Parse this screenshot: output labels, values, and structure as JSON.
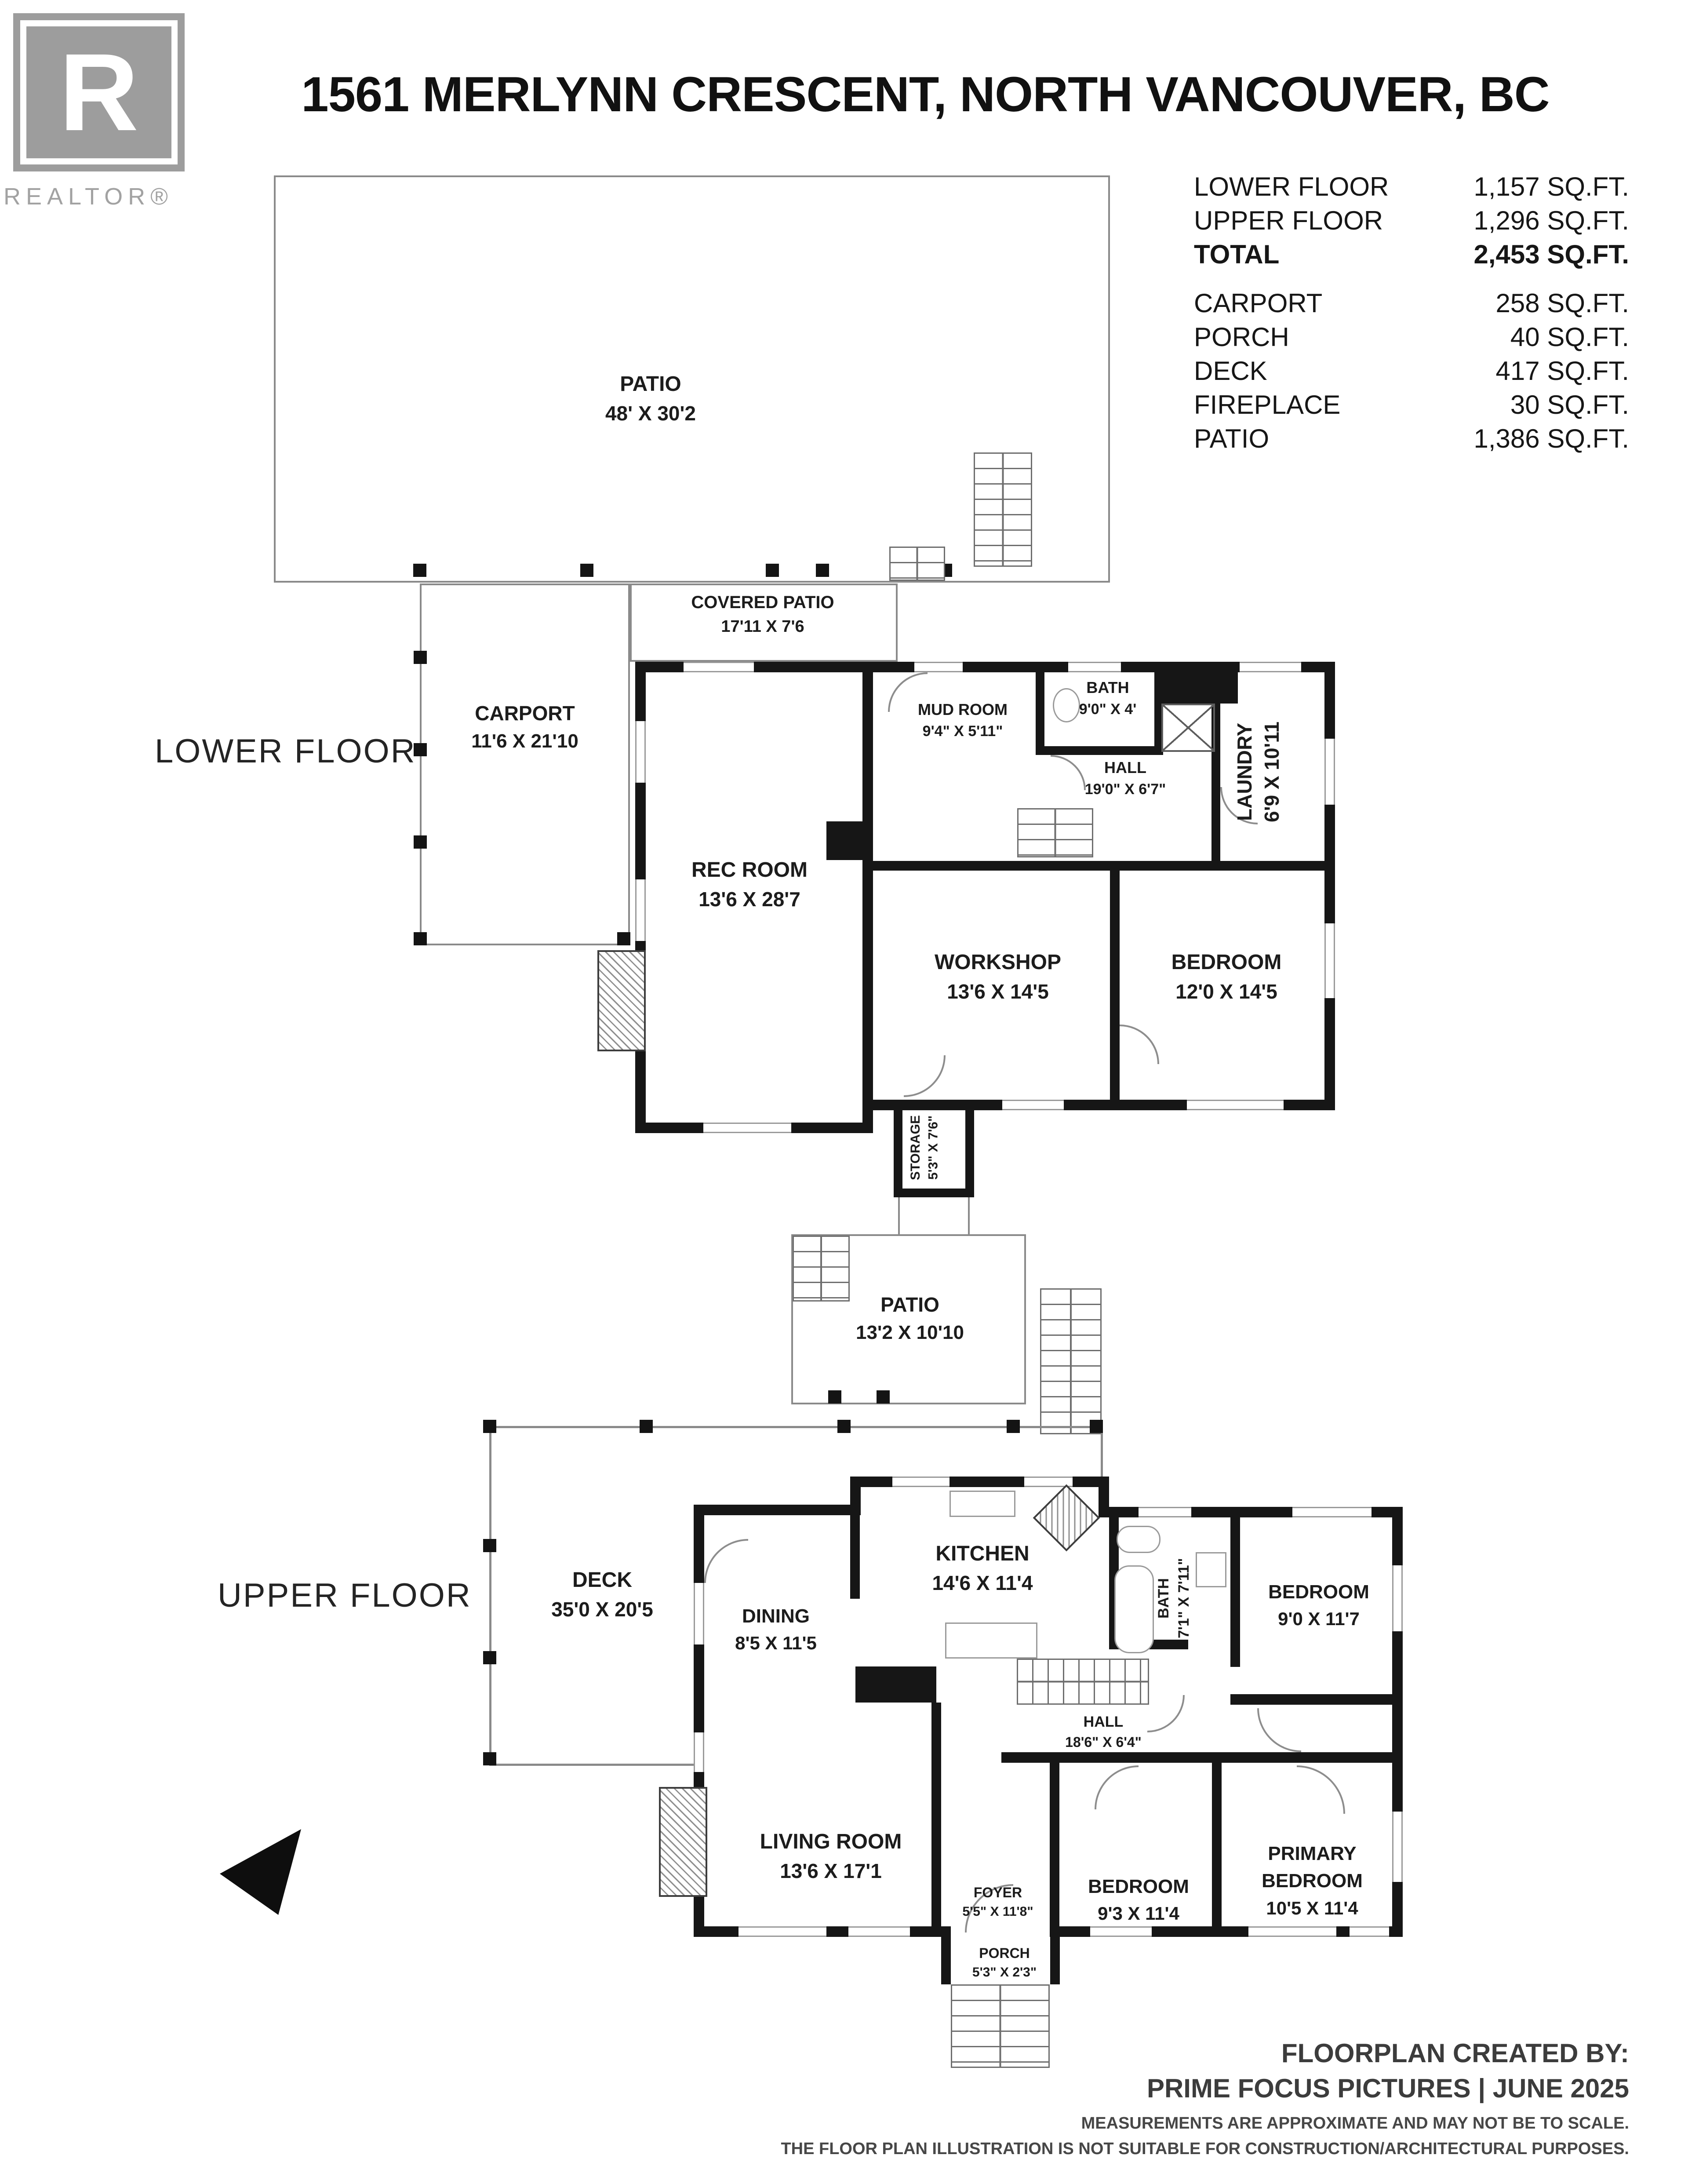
{
  "header": {
    "logo_letter": "R",
    "logo_caption": "REALTOR®",
    "title": "1561 MERLYNN CRESCENT, NORTH VANCOUVER, BC",
    "stats_main": [
      {
        "label": "LOWER FLOOR",
        "value": "1,157 SQ.FT."
      },
      {
        "label": "UPPER FLOOR",
        "value": "1,296 SQ.FT."
      },
      {
        "label": "TOTAL",
        "value": "2,453 SQ.FT."
      }
    ],
    "stats_extra": [
      {
        "label": "CARPORT",
        "value": "258 SQ.FT."
      },
      {
        "label": "PORCH",
        "value": "40 SQ.FT."
      },
      {
        "label": "DECK",
        "value": "417 SQ.FT."
      },
      {
        "label": "FIREPLACE",
        "value": "30 SQ.FT."
      },
      {
        "label": "PATIO",
        "value": "1,386 SQ.FT."
      }
    ]
  },
  "sections": {
    "lower": "LOWER FLOOR",
    "upper": "UPPER FLOOR"
  },
  "rooms": {
    "patio_large": {
      "name": "PATIO",
      "dims": "48' X 30'2"
    },
    "covered_patio": {
      "name": "COVERED PATIO",
      "dims": "17'11 X 7'6"
    },
    "carport": {
      "name": "CARPORT",
      "dims": "11'6 X 21'10"
    },
    "rec_room": {
      "name": "REC ROOM",
      "dims": "13'6 X 28'7"
    },
    "mud_room": {
      "name": "MUD ROOM",
      "dims": "9'4\" X 5'11\""
    },
    "bath_lower": {
      "name": "BATH",
      "dims": "9'0\" X 4'"
    },
    "hall_lower": {
      "name": "HALL",
      "dims": "19'0\" X 6'7\""
    },
    "laundry": {
      "name": "LAUNDRY",
      "dims": "6'9 X 10'11"
    },
    "workshop": {
      "name": "WORKSHOP",
      "dims": "13'6 X 14'5"
    },
    "bedroom_lower": {
      "name": "BEDROOM",
      "dims": "12'0 X 14'5"
    },
    "storage": {
      "name": "STORAGE",
      "dims": "5'3\" X 7'6\""
    },
    "patio_mid": {
      "name": "PATIO",
      "dims": "13'2 X 10'10"
    },
    "deck": {
      "name": "DECK",
      "dims": "35'0 X 20'5"
    },
    "dining": {
      "name": "DINING",
      "dims": "8'5 X 11'5"
    },
    "kitchen": {
      "name": "KITCHEN",
      "dims": "14'6 X 11'4"
    },
    "bath_upper": {
      "name": "BATH",
      "dims": "7'1\" X 7'11\""
    },
    "bedroom_ne": {
      "name": "BEDROOM",
      "dims": "9'0 X 11'7"
    },
    "hall_upper": {
      "name": "HALL",
      "dims": "18'6\" X 6'4\""
    },
    "living_room": {
      "name": "LIVING ROOM",
      "dims": "13'6 X 17'1"
    },
    "bedroom_s": {
      "name": "BEDROOM",
      "dims": "9'3 X 11'4"
    },
    "primary": {
      "name": "PRIMARY BEDROOM",
      "dims": "10'5 X 11'4"
    },
    "foyer": {
      "name": "FOYER",
      "dims": "5'5\" X 11'8\""
    },
    "porch": {
      "name": "PORCH",
      "dims": "5'3\" X 2'3\""
    }
  },
  "footer": {
    "line1": "FLOORPLAN CREATED BY:",
    "line2": "PRIME FOCUS PICTURES | JUNE 2025",
    "line3": "MEASUREMENTS ARE APPROXIMATE AND MAY NOT BE TO SCALE.",
    "line4": "THE FLOOR PLAN ILLUSTRATION IS NOT SUITABLE FOR CONSTRUCTION/ARCHITECTURAL PURPOSES."
  },
  "icons": {
    "north_arrow": "solid black triangle pointing left"
  },
  "colors": {
    "wall": "#161616",
    "outline": "#8a8a8a",
    "logo_gray": "#9d9d9d",
    "text": "#1c1c1c"
  }
}
